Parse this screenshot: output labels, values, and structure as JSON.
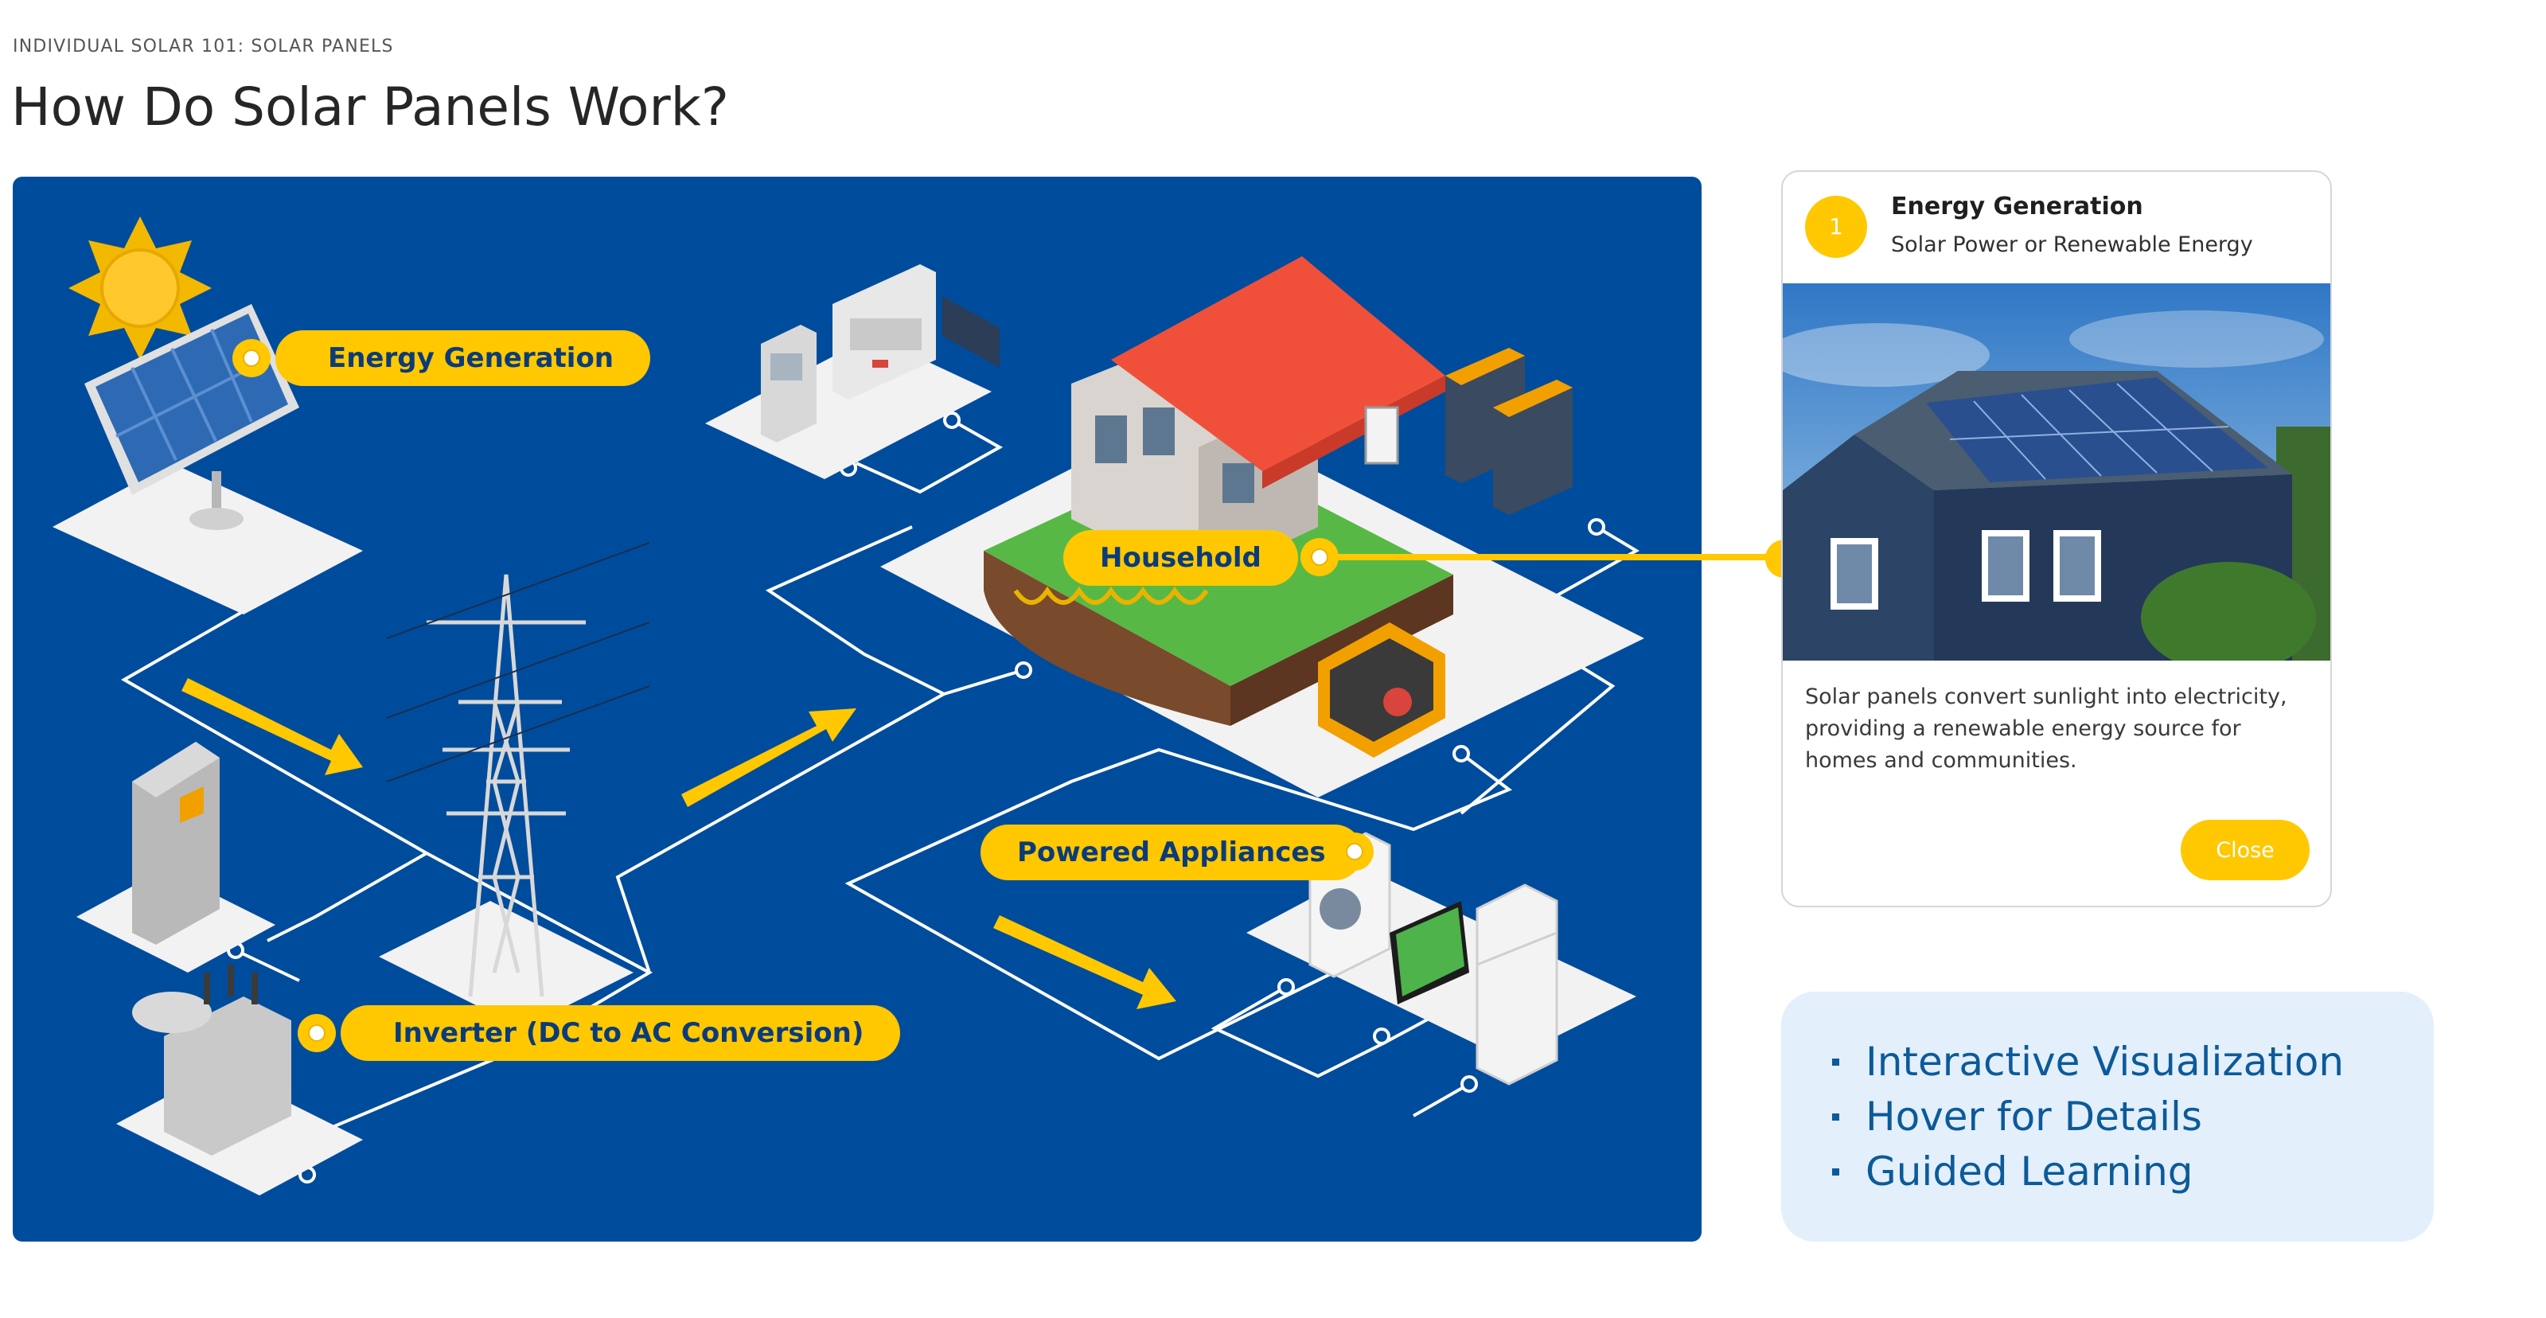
{
  "header": {
    "kicker": "INDIVIDUAL SOLAR 101: SOLAR PANELS",
    "title": "How Do Solar Panels Work?"
  },
  "diagram": {
    "background_color": "#004c9c",
    "accent_color": "#ffc800",
    "hotspots": [
      {
        "id": "energy-generation",
        "label": "Energy Generation"
      },
      {
        "id": "household",
        "label": "Household"
      },
      {
        "id": "powered-appliances",
        "label": "Powered Appliances"
      },
      {
        "id": "inverter",
        "label": "Inverter (DC to AC Conversion)"
      }
    ],
    "icons": [
      "sun-icon",
      "solar-panel-icon",
      "electrical-meter-icon",
      "house-icon",
      "battery-icon",
      "generator-icon",
      "transmission-tower-icon",
      "electrical-cabinet-icon",
      "transformer-icon",
      "washing-machine-icon",
      "television-icon",
      "refrigerator-icon"
    ]
  },
  "detail_card": {
    "step": "1",
    "title": "Energy Generation",
    "subtitle": "Solar Power or Renewable Energy",
    "image": "house-with-solar-panels-photo",
    "description": "Solar panels convert sunlight into electricity, providing a renewable energy source for homes and communities.",
    "close_label": "Close"
  },
  "features": {
    "items": [
      "Interactive Visualization",
      "Hover for Details",
      "Guided Learning"
    ]
  }
}
